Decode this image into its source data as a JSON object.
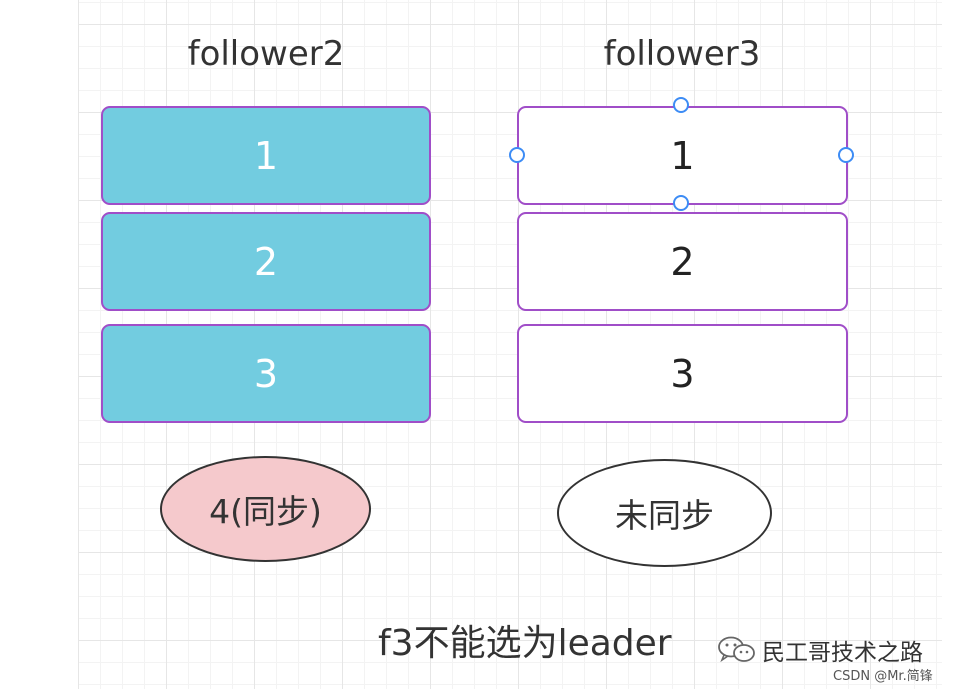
{
  "columns": [
    {
      "title": "follower2",
      "entries": [
        "1",
        "2",
        "3"
      ],
      "state_label": "4(同步)"
    },
    {
      "title": "follower3",
      "entries": [
        "1",
        "2",
        "3"
      ],
      "state_label": "未同步"
    }
  ],
  "caption": "f3不能选为leader",
  "watermark": {
    "text": "民工哥技术之路",
    "icon": "wechat-icon"
  },
  "credit": "CSDN @Mr.简锋",
  "colors": {
    "filled_box": "#72cce0",
    "box_border": "#a04ec8",
    "synced_ellipse": "#f5c9cc",
    "unsynced_ellipse": "#ffffff",
    "selection_handle": "#3d8cf5"
  }
}
